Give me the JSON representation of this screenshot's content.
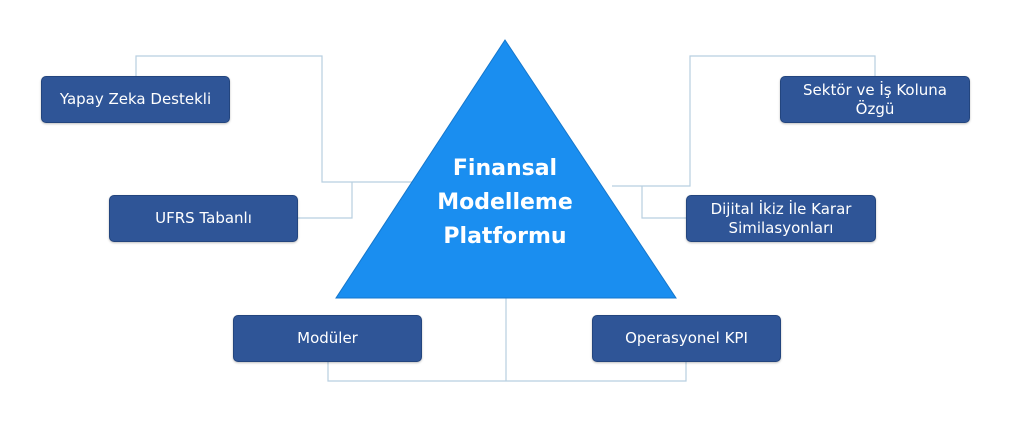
{
  "center": {
    "title_lines": [
      "Finansal",
      "Modelleme",
      "Platformu"
    ]
  },
  "nodes": [
    {
      "id": "yapay-zeka",
      "lines": [
        "Yapay Zeka Destekli"
      ]
    },
    {
      "id": "ufrs",
      "lines": [
        "UFRS Tabanlı"
      ]
    },
    {
      "id": "moduler",
      "lines": [
        "Modüler"
      ]
    },
    {
      "id": "sektor",
      "lines": [
        "Sektör ve İş Koluna",
        "Özgü"
      ]
    },
    {
      "id": "dijital-ikiz",
      "lines": [
        "Dijital İkiz İle Karar",
        "Similasyonları"
      ]
    },
    {
      "id": "operasyonel",
      "lines": [
        "Operasyonel KPI"
      ]
    }
  ],
  "colors": {
    "triangle": "#1a8ef0",
    "box": "#2f5597",
    "connector": "#b8cfe0"
  }
}
